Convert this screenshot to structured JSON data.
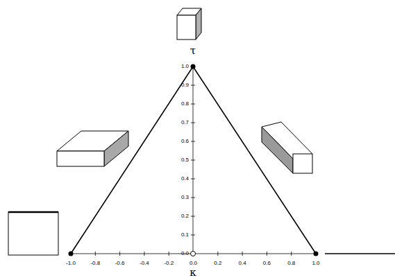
{
  "diagram": {
    "labels": [
      "τ",
      "1.0",
      "0.9",
      "0.8",
      "0.7",
      "0.6",
      "0.5",
      "0.4",
      "0.3",
      "0.2",
      "0.1",
      "0.0",
      "-1.0",
      "-0.8",
      "-0.6",
      "-0.4",
      "-0.2",
      "0.0",
      "0.2",
      "0.4",
      "0.6",
      "0.8",
      "1.0",
      "κ"
    ]
  }
}
